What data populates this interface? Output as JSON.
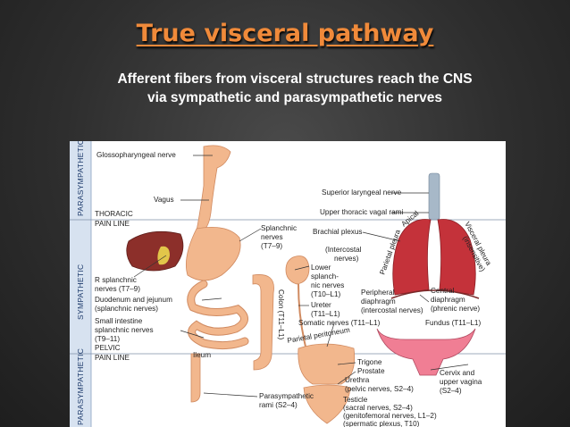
{
  "slide": {
    "title": "True visceral pathway",
    "subtitle_line1": "Afferent fibers from visceral structures reach the CNS",
    "subtitle_line2": "via sympathetic and parasympathetic nerves"
  },
  "figure": {
    "sidebar": {
      "parasympathetic_top": "PARASYMPATHETIC",
      "sympathetic": "SYMPATHETIC",
      "parasympathetic_bottom": "PARASYMPATHETIC"
    },
    "pain_lines": {
      "thoracic_1": "THORACIC",
      "thoracic_2": "PAIN LINE",
      "pelvic_1": "PELVIC",
      "pelvic_2": "PAIN LINE"
    },
    "labels": {
      "glossopharyngeal": "Glossopharyngeal nerve",
      "vagus": "Vagus",
      "splanchnic_1": "Splanchnic",
      "splanchnic_2": "nerves",
      "splanchnic_3": "(T7–9)",
      "r_splanchnic_1": "R splanchnic",
      "r_splanchnic_2": "nerves (T7–9)",
      "duodenum_1": "Duodenum and jejunum",
      "duodenum_2": "(splanchnic nerves)",
      "small_int_1": "Small intestine",
      "small_int_2": "splanchnic nerves",
      "small_int_3": "(T9–11)",
      "colon": "Colon (T11–L1)",
      "ileum": "Ileum",
      "parasymp_rami_1": "Parasympathetic",
      "parasymp_rami_2": "rami (S2–4)",
      "superior_laryngeal": "Superior laryngeal nerve",
      "upper_thoracic_vagal": "Upper thoracic vagal rami",
      "brachial_plexus": "Brachial plexus",
      "intercostal_1": "(Intercostal",
      "intercostal_2": "nerves)",
      "parietal_pleura": "Parietal pleura",
      "apical": "Apical",
      "visceral_pleura": "Visceral pleura",
      "insensitive": "(insensitive)",
      "lower_splanch_1": "Lower",
      "lower_splanch_2": "splanch-",
      "lower_splanch_3": "nic nerves",
      "lower_splanch_4": "(T10–L1)",
      "ureter_1": "Ureter",
      "ureter_2": "(T11–L1)",
      "peripheral_diaphragm_1": "Peripheral",
      "peripheral_diaphragm_2": "diaphragm",
      "peripheral_diaphragm_3": "(intercostal nerves)",
      "central_diaphragm_1": "Central",
      "central_diaphragm_2": "diaphragm",
      "central_diaphragm_3": "(phrenic nerve)",
      "somatic_nerves": "Somatic nerves (T11–L1)",
      "fundus": "Fundus (T11–L1)",
      "parietal_peritoneum": "Parietal peritoneum",
      "trigone": "Trigone",
      "prostate": "Prostate",
      "urethra_1": "Urethra",
      "urethra_2": "(pelvic nerves, S2–4)",
      "testicle_1": "Testicle",
      "testicle_2": "(sacral nerves, S2–4)",
      "testicle_3": "(genitofemoral nerves, L1–2)",
      "testicle_4": "(spermatic plexus, T10)",
      "cervix_1": "Cervix and",
      "cervix_2": "upper vagina",
      "cervix_3": "(S2–4)"
    }
  },
  "colors": {
    "title": "#f08a3a",
    "organ_tan": "#f2b78d",
    "liver": "#8c2f2a",
    "lung": "#c4323a",
    "sidebar_bg": "#d7e2f0"
  }
}
